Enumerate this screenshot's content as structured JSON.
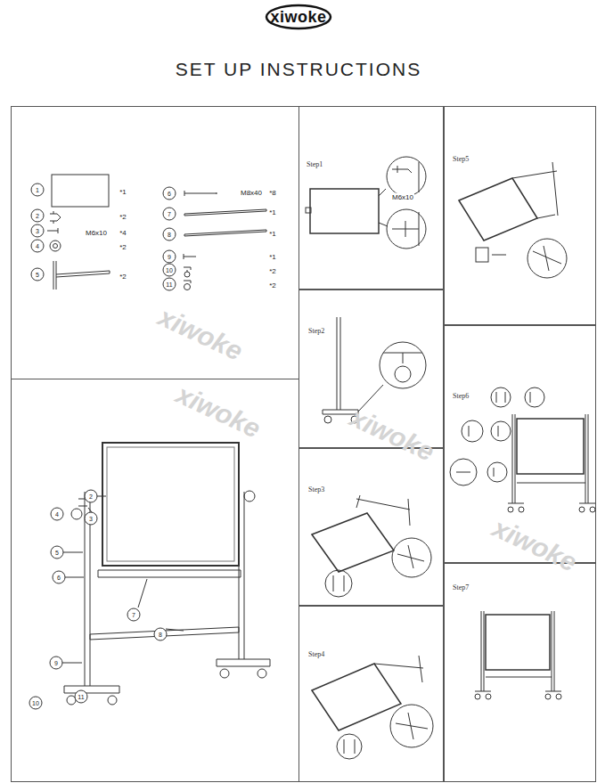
{
  "diagram": {
    "title": "SET UP INSTRUCTIONS",
    "nodes": [
      {
        "text": [
          "Step1"
        ]
      },
      {
        "text": [
          "Step2"
        ]
      },
      {
        "text": [
          "Step3"
        ]
      },
      {
        "text": [
          "Step4"
        ]
      },
      {
        "text": [
          "Step5"
        ]
      },
      {
        "text": [
          "Step6"
        ]
      },
      {
        "text": [
          "Step7"
        ]
      }
    ],
    "labels": [
      "xiwoke",
      "1",
      "*1",
      "2",
      "*2",
      "3",
      "M6x10",
      "*4",
      "4",
      "*2",
      "5",
      "*2",
      "6",
      "M8x40",
      "*8",
      "7",
      "*1",
      "8",
      "*1",
      "9",
      "*1",
      "10",
      "*2",
      "11",
      "*2",
      "M6x10",
      "2",
      "3",
      "4",
      "5",
      "6",
      "7",
      "8",
      "9",
      "10",
      "11",
      "xiwoke",
      "xiwoke",
      "xiwoke",
      "xiwoke"
    ]
  }
}
